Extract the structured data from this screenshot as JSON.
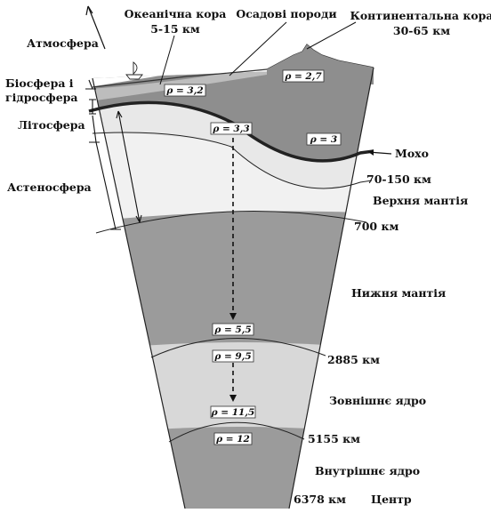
{
  "colors": {
    "crust": "#8e8e8e",
    "lithosphere": "#e8e8e8",
    "asthenosphere": "#f1f1f1",
    "lower_mantle": "#9b9b9b",
    "outer_core": "#d8d8d8",
    "inner_core": "#9b9b9b",
    "moho_line": "#1a1a1a"
  },
  "labels": {
    "oceanic_crust": "Океанічна кора",
    "oceanic_crust_range": "5-15 км",
    "sediments": "Осадові породи",
    "continental_crust": "Континентальна кора",
    "continental_crust_range": "30-65 км",
    "atmosphere": "Атмосфера",
    "biosphere_line1": "Біосфера і",
    "biosphere_line2": "гідросфера",
    "lithosphere": "Літосфера",
    "asthenosphere": "Астеносфера",
    "moho": "Мохо",
    "depth_70_150": "70-150 км",
    "upper_mantle": "Верхня мантія",
    "depth_700": "700 км",
    "lower_mantle": "Нижня мантія",
    "depth_2885": "2885 км",
    "outer_core": "Зовнішнє ядро",
    "depth_5155": "5155 км",
    "inner_core": "Внутрішнє ядро",
    "depth_6378": "6378 км",
    "center": "Центр"
  },
  "densities": {
    "oceanic": "ρ = 3,2",
    "continental": "ρ = 2,7",
    "lithosphere": "ρ = 3,3",
    "continental_root": "ρ = 3",
    "lower_mantle_base": "ρ = 5,5",
    "outer_core_top": "ρ = 9,5",
    "outer_core_base": "ρ = 11,5",
    "inner_core": "ρ = 12"
  }
}
